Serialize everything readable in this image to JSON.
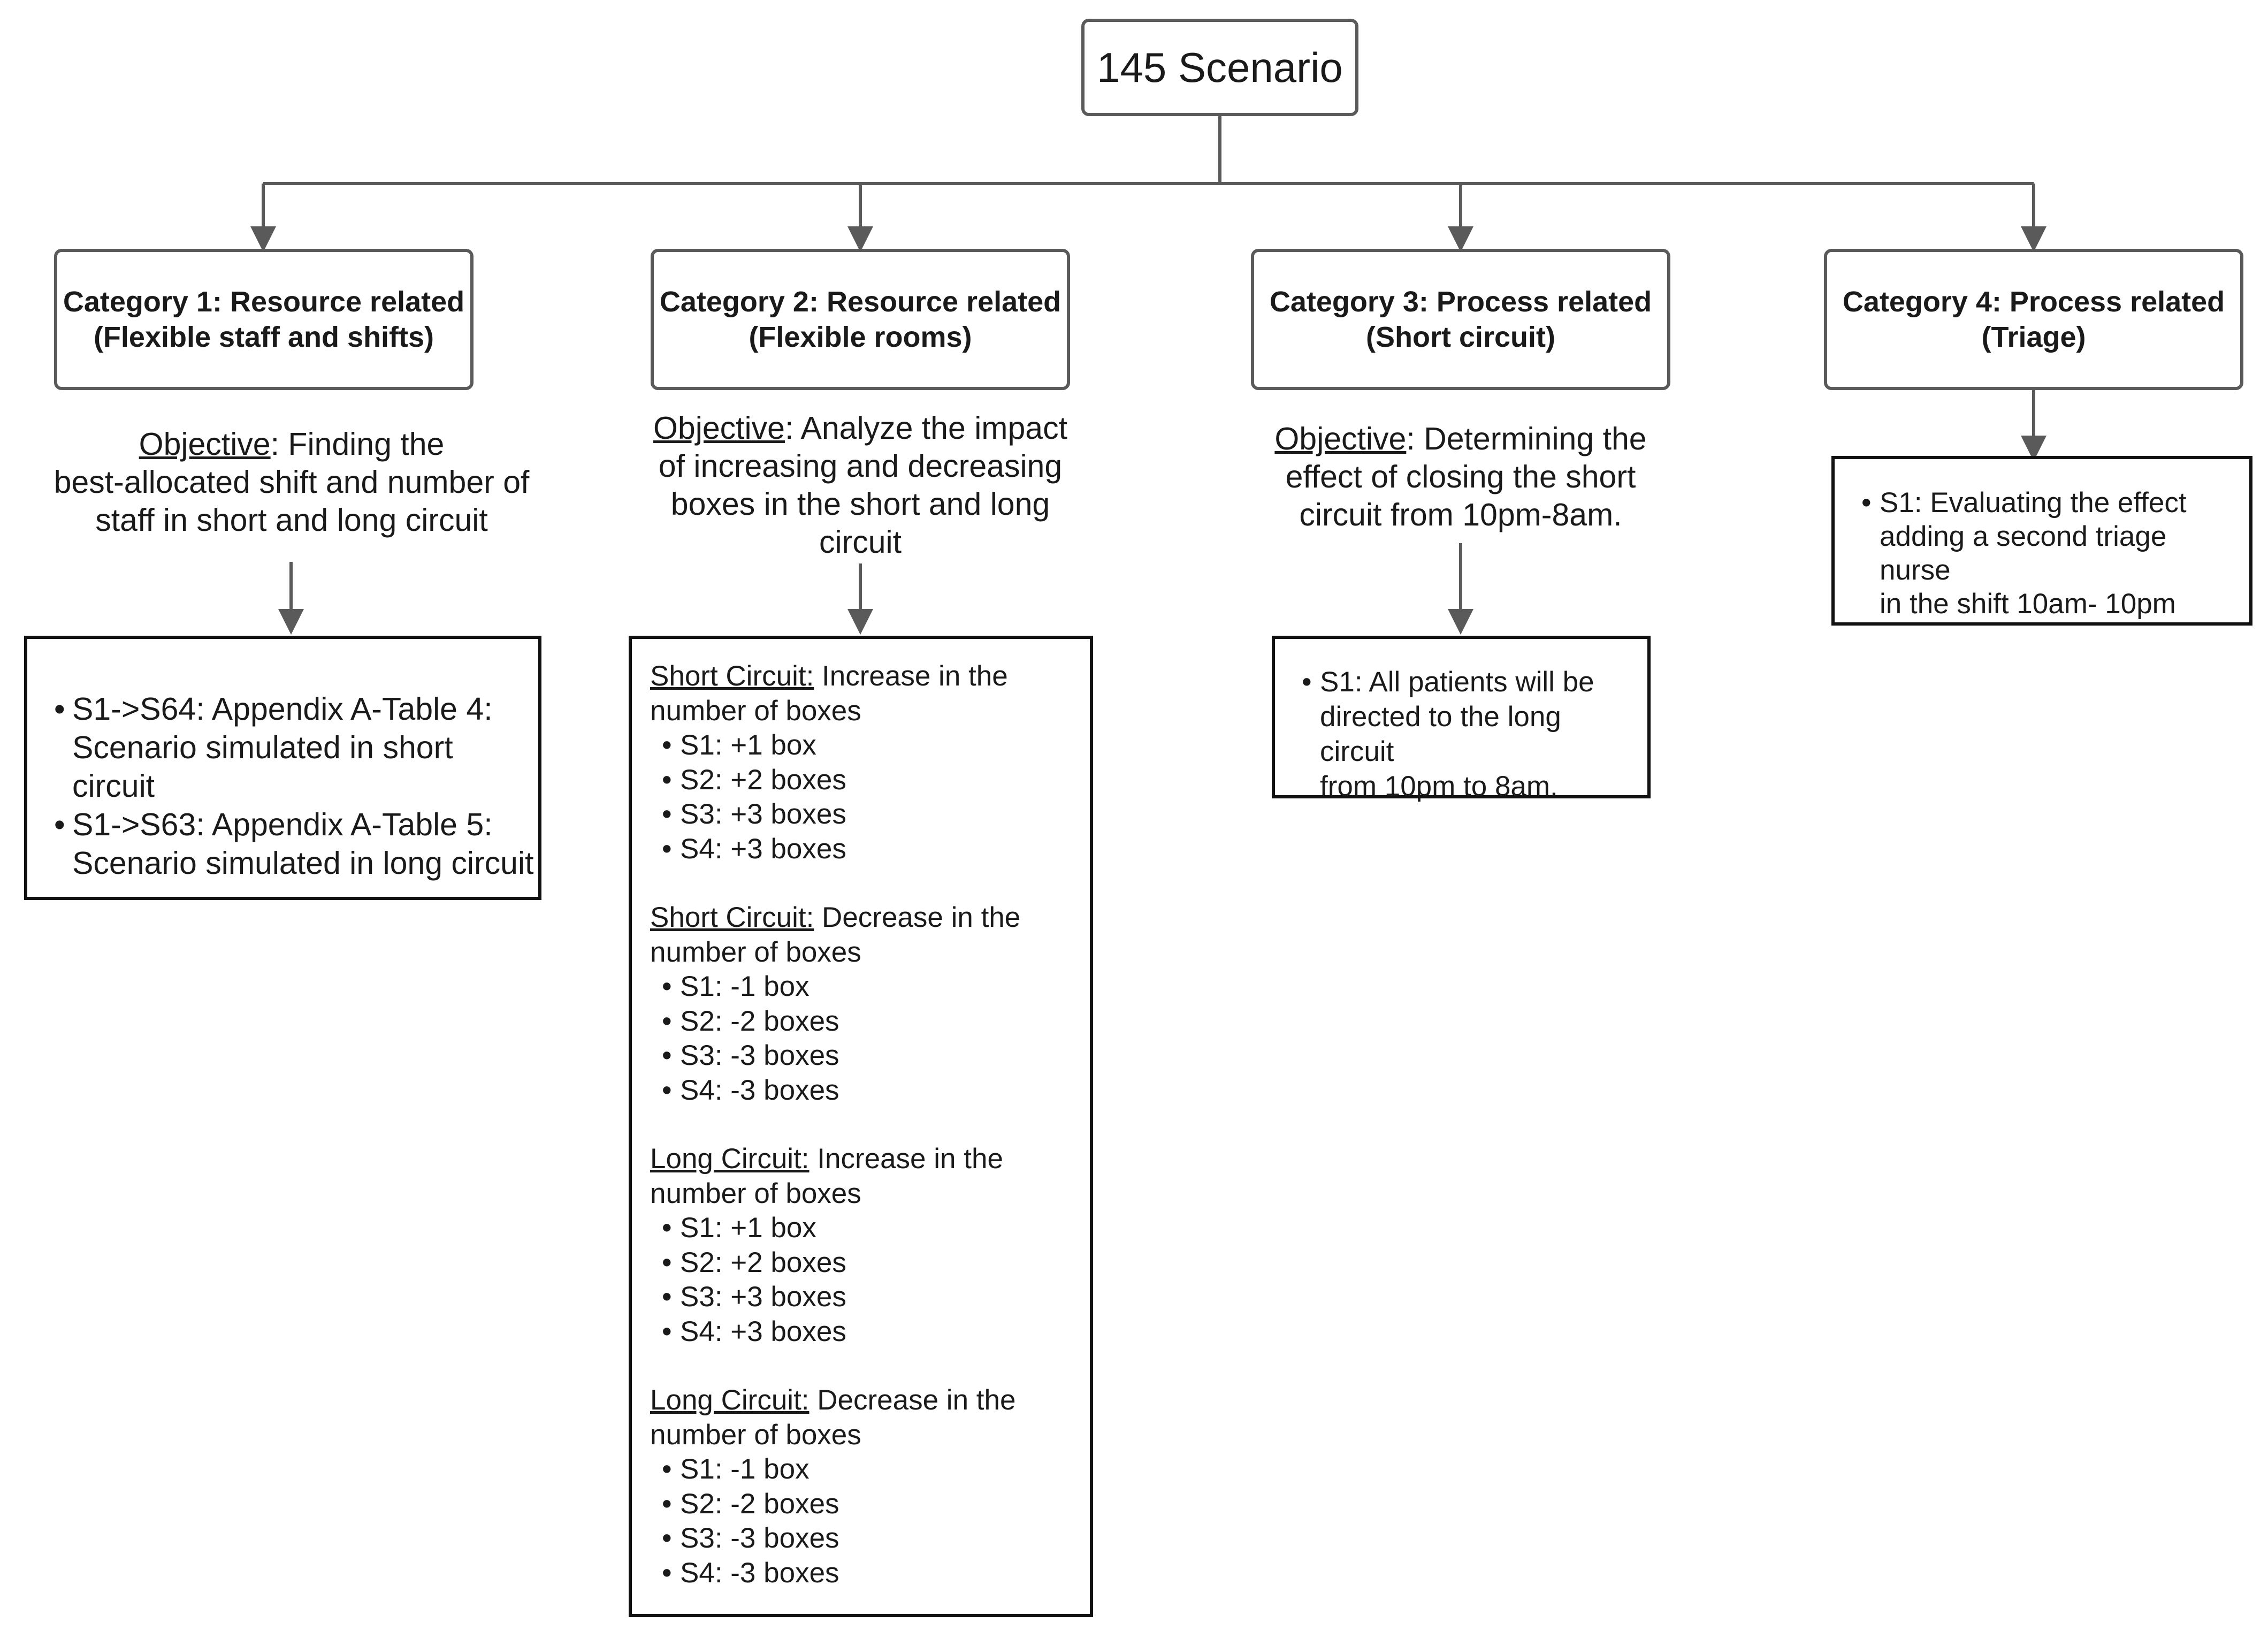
{
  "root": {
    "title": "145 Scenario"
  },
  "categories": [
    {
      "title": "Category 1: Resource related",
      "subtitle": "(Flexible staff and shifts)",
      "objective": {
        "label": "Objective",
        "rest": ": Finding the",
        "lines": [
          "best-allocated shift and number of",
          "staff in short and long circuit"
        ]
      },
      "bullets": [
        [
          "S1->S64: Appendix A-Table 4:",
          "Scenario simulated in short circuit"
        ],
        [
          "S1->S63: Appendix A-Table 5:",
          "Scenario simulated in long circuit"
        ]
      ]
    },
    {
      "title": "Category 2: Resource related",
      "subtitle": "(Flexible rooms)",
      "objective": {
        "label": "Objective",
        "rest": ": Analyze the impact",
        "lines": [
          "of increasing and decreasing",
          "boxes in the short and long",
          "circuit"
        ]
      },
      "sections": [
        {
          "head": "Short Circuit:",
          "rest": " Increase in the",
          "line2": "number of boxes",
          "items": [
            "S1: +1 box",
            "S2: +2 boxes",
            "S3: +3 boxes",
            "S4: +3 boxes"
          ]
        },
        {
          "head": "Short Circuit:",
          "rest": " Decrease in the",
          "line2": "number of boxes",
          "items": [
            "S1: -1 box",
            "S2: -2 boxes",
            "S3: -3 boxes",
            "S4: -3 boxes"
          ]
        },
        {
          "head": "Long Circuit:",
          "rest": " Increase in the",
          "line2": "number of boxes",
          "items": [
            "S1: +1 box",
            "S2: +2 boxes",
            "S3: +3 boxes",
            "S4: +3 boxes"
          ]
        },
        {
          "head": "Long Circuit:",
          "rest": " Decrease in the",
          "line2": "number of boxes",
          "items": [
            "S1: -1 box",
            "S2: -2 boxes",
            "S3: -3 boxes",
            "S4: -3 boxes"
          ]
        }
      ]
    },
    {
      "title": "Category 3: Process related",
      "subtitle": "(Short circuit)",
      "objective": {
        "label": "Objective",
        "rest": ": Determining the",
        "lines": [
          "effect of closing the short",
          "circuit from 10pm-8am."
        ]
      },
      "bullets": [
        [
          "S1: All patients will be",
          "directed to the long circuit",
          "from 10pm to 8am."
        ]
      ]
    },
    {
      "title": "Category 4: Process related",
      "subtitle": "(Triage)",
      "bullets": [
        [
          "S1: Evaluating the effect",
          "adding a second triage nurse",
          "in the shift 10am- 10pm"
        ]
      ]
    }
  ]
}
